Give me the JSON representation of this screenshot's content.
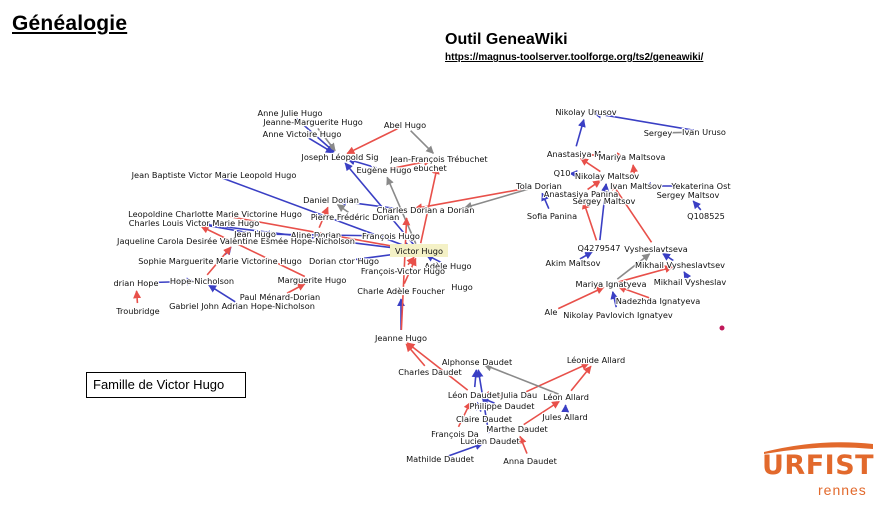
{
  "slide": {
    "title": "Généalogie",
    "tool_title": "Outil GeneaWiki",
    "tool_url": "https://magnus-toolserver.toolforge.org/ts2/geneawiki/",
    "caption": "Famille de Victor Hugo"
  },
  "logo": {
    "main": "URFIST",
    "sub": "rennes",
    "color": "#e2692c"
  },
  "graph": {
    "highlight_color": "#f4f1c6",
    "nodes": [
      {
        "id": "anne_julie",
        "label": "Anne Julie Hugo"
      },
      {
        "id": "jeanne_marguerite",
        "label": "Jeanne-Marguerite Hugo"
      },
      {
        "id": "anne_victoire",
        "label": "Anne Victoire Hugo"
      },
      {
        "id": "abel",
        "label": "Abel Hugo"
      },
      {
        "id": "joseph_leopold",
        "label": "Joseph Léopold Sig"
      },
      {
        "id": "jf_trebuchet",
        "label": "Jean-François Trébuchet"
      },
      {
        "id": "trebuchet2",
        "label": "ebuchet"
      },
      {
        "id": "eugene",
        "label": "Eugène Hugo"
      },
      {
        "id": "jean_baptiste",
        "label": "Jean Baptiste Victor Marie Leopold Hugo"
      },
      {
        "id": "daniel_dorian",
        "label": "Daniel Dorian"
      },
      {
        "id": "charles_dorian",
        "label": "Charles Dorian"
      },
      {
        "id": "a_dorian",
        "label": "a Dorian"
      },
      {
        "id": "leopoldine",
        "label": "Leopoldine Charlotte Marie Victorine Hugo"
      },
      {
        "id": "pierre_frederic",
        "label": "Pierre Frédéric Dorian"
      },
      {
        "id": "charles_louis",
        "label": "Charles Louis Victor Marie Hugo"
      },
      {
        "id": "jean_hugo",
        "label": "Jean Hugo"
      },
      {
        "id": "aline_dorian",
        "label": "Aline Dorian"
      },
      {
        "id": "francois_hugo",
        "label": "François Hugo"
      },
      {
        "id": "jaqueline",
        "label": "Jaqueline Carola Desirée Valentine Esmée Hope-Nicholson"
      },
      {
        "id": "victor_hugo",
        "label": "Victor Hugo",
        "highlight": true
      },
      {
        "id": "sophie",
        "label": "Sophie Marguerite Marie Victorine Hugo"
      },
      {
        "id": "dorian_ctor",
        "label": "Dorian ctor Hugo"
      },
      {
        "id": "adele_hugo",
        "label": "Adèle Hugo"
      },
      {
        "id": "francois_victor",
        "label": "François-Victor Hugo"
      },
      {
        "id": "adrian_hope",
        "label": "drian Hope"
      },
      {
        "id": "hope_nicholson",
        "label": "Hope-Nicholson"
      },
      {
        "id": "marguerite",
        "label": "Marguerite Hugo"
      },
      {
        "id": "hugo_r",
        "label": "Hugo"
      },
      {
        "id": "charle_adele",
        "label": "Charle Adèle Foucher"
      },
      {
        "id": "paul_menard",
        "label": "Paul Ménard-Dorian"
      },
      {
        "id": "troubridge",
        "label": "Troubridge"
      },
      {
        "id": "gabriel",
        "label": "Gabriel John Adrian Hope-Nicholson"
      },
      {
        "id": "jeanne_hugo",
        "label": "Jeanne Hugo"
      },
      {
        "id": "alphonse",
        "label": "Alphonse Daudet"
      },
      {
        "id": "leonide",
        "label": "Léonide Allard"
      },
      {
        "id": "charles_daudet",
        "label": "Charles Daudet"
      },
      {
        "id": "leon_daudet",
        "label": "Léon Daudet"
      },
      {
        "id": "julia_dau",
        "label": "Julia Dau"
      },
      {
        "id": "leon_allard",
        "label": "Léon Allard"
      },
      {
        "id": "philippe",
        "label": "Philippe Daudet"
      },
      {
        "id": "claire",
        "label": "Claire Daudet"
      },
      {
        "id": "jules_allard",
        "label": "Jules Allard"
      },
      {
        "id": "marthe",
        "label": "Marthe Daudet"
      },
      {
        "id": "francois_da",
        "label": "François Da"
      },
      {
        "id": "lucien",
        "label": "Lucien Daudet"
      },
      {
        "id": "mathilde",
        "label": "Mathilde Daudet"
      },
      {
        "id": "anna",
        "label": "Anna Daudet"
      },
      {
        "id": "nikolay_urusov",
        "label": "Nikolay Urusov"
      },
      {
        "id": "sergey_u",
        "label": "Sergey"
      },
      {
        "id": "ivan_uruso",
        "label": "Ivan Uruso"
      },
      {
        "id": "anastasiya_m",
        "label": "Anastasiya M"
      },
      {
        "id": "mariya_maltsova",
        "label": "Mariya Maltsova"
      },
      {
        "id": "q10",
        "label": "Q10"
      },
      {
        "id": "nikolay_maltsov",
        "label": "Nikolay Maltsov"
      },
      {
        "id": "tola_dorian",
        "label": "Tola Dorian"
      },
      {
        "id": "ivan_maltsov",
        "label": "Ivan Maltsov"
      },
      {
        "id": "yekaterina",
        "label": "Yekaterina Ost"
      },
      {
        "id": "anastasiya_panina",
        "label": "Anastasiya Panina"
      },
      {
        "id": "sergey_maltsov_small",
        "label": "Sergey Maltsov"
      },
      {
        "id": "sergey_maltsov",
        "label": "Sergey Maltsov"
      },
      {
        "id": "sofia_panina",
        "label": "Sofia Panina"
      },
      {
        "id": "q108525",
        "label": "Q108525"
      },
      {
        "id": "q4279547",
        "label": "Q4279547"
      },
      {
        "id": "vysheslavtseva",
        "label": "Vysheslavtseva"
      },
      {
        "id": "akim_maltsov",
        "label": "Akim Maltsov"
      },
      {
        "id": "mikhail_v1",
        "label": "Mikhail Vysheslavtsev"
      },
      {
        "id": "mikhail_v2",
        "label": "Mikhail Vysheslav"
      },
      {
        "id": "mariya_ignatyeva",
        "label": "Mariya Ignatyeva"
      },
      {
        "id": "nadezhda",
        "label": "Nadezhda Ignatyeva"
      },
      {
        "id": "ale",
        "label": "Ale"
      },
      {
        "id": "nikolay_pavlovich",
        "label": "Nikolay Pavlovich Ignatyev"
      }
    ]
  }
}
